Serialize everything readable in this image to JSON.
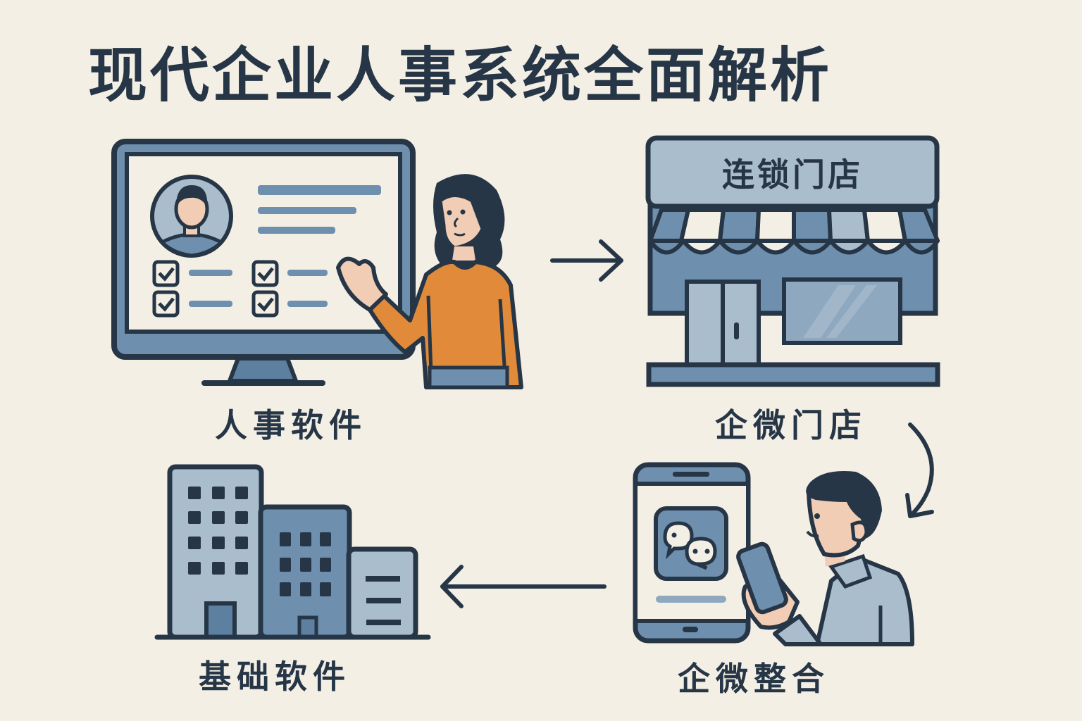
{
  "title": "现代企业人事系统全面解析",
  "nodes": [
    {
      "id": "hr-software",
      "label": "人事软件",
      "icon": "monitor-with-presenter-icon"
    },
    {
      "id": "wecom-store",
      "label": "企微门店",
      "icon": "storefront-icon",
      "sign_text": "连锁门店"
    },
    {
      "id": "wecom-integration",
      "label": "企微整合",
      "icon": "phone-chat-user-icon"
    },
    {
      "id": "base-software",
      "label": "基础软件",
      "icon": "office-buildings-icon"
    }
  ],
  "flow": [
    {
      "from": "人事软件",
      "to": "企微门店",
      "direction": "right"
    },
    {
      "from": "企微门店",
      "to": "企微整合",
      "direction": "curved-down"
    },
    {
      "from": "企微整合",
      "to": "基础软件",
      "direction": "left"
    }
  ],
  "colors": {
    "background": "#f4efe5",
    "outline": "#263646",
    "blue_mid": "#6e8fae",
    "blue_light": "#aabdcd",
    "orange": "#e08a3a",
    "skin": "#f1cdb5"
  }
}
